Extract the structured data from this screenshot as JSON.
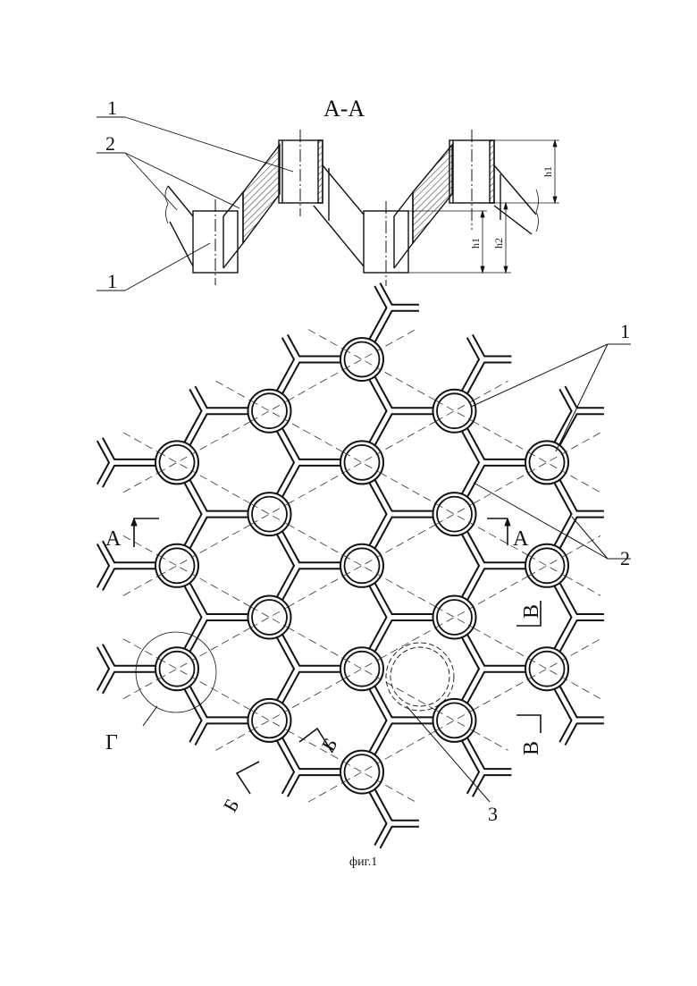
{
  "section_view": {
    "title": "А-А",
    "callouts": {
      "part1_top": "1",
      "part2": "2",
      "part1_bottom": "1"
    },
    "dimensions": {
      "h1_upper": "h1",
      "h1_lower": "h1",
      "h2": "h2"
    }
  },
  "plan_view": {
    "callouts": {
      "part1": "1",
      "part2": "2",
      "part3": "3",
      "detail": "Г"
    },
    "section_marks": {
      "a_left": "А",
      "a_right": "А",
      "b_lower": "Б",
      "b_upper": "Б",
      "v_upper": "В",
      "v_lower": "В"
    }
  },
  "caption": "фиг.1"
}
